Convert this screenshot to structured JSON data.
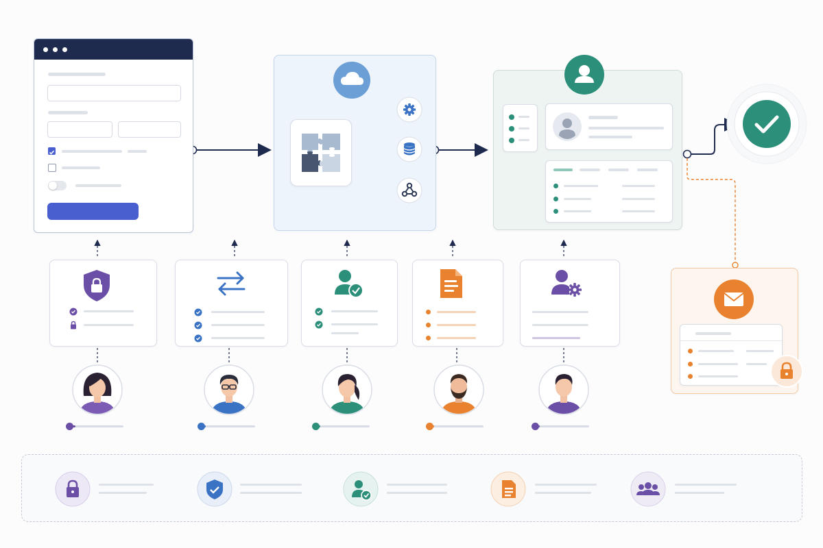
{
  "colors": {
    "navy": "#1e2b4f",
    "blue_button": "#4a5fcf",
    "purple": "#6b4fa6",
    "blue": "#3b73c4",
    "teal": "#2b8f7a",
    "orange": "#e8822e",
    "line": "#dde1e8",
    "success": "#2b8f7a"
  },
  "form_panel": {
    "window_dots": 3,
    "checkbox_checked": true,
    "checkbox_unchecked": false,
    "toggle_on": false
  },
  "integration_panel": {
    "hub_icon": "puzzle-icon",
    "top_icon": "cloud-icon",
    "connectors": [
      "gear-icon",
      "database-icon",
      "webhook-icon"
    ]
  },
  "profile_panel": {
    "top_icon": "user-icon"
  },
  "result": {
    "icon": "checkmark-icon"
  },
  "notification": {
    "icon": "envelope-icon",
    "badge_icon": "lock-icon"
  },
  "role_cards": [
    {
      "icon": "shield-lock-icon",
      "color": "#6b4fa6",
      "rows": [
        "check-icon",
        "lock-icon"
      ]
    },
    {
      "icon": "sync-arrows-icon",
      "color": "#3b73c4",
      "rows": [
        "check-icon",
        "check-icon",
        "check-icon"
      ]
    },
    {
      "icon": "user-check-icon",
      "color": "#2b8f7a",
      "rows": [
        "check-icon",
        "check-icon"
      ]
    },
    {
      "icon": "document-icon",
      "color": "#e8822e",
      "rows": [
        "bullet",
        "bullet",
        "bullet"
      ]
    },
    {
      "icon": "user-gear-icon",
      "color": "#6b4fa6",
      "rows": []
    }
  ],
  "people": [
    {
      "avatar": "woman-avatar",
      "color": "#6b4fa6",
      "progress": 0.15
    },
    {
      "avatar": "man-glasses-avatar",
      "color": "#3b73c4",
      "progress": 0.12
    },
    {
      "avatar": "woman-ponytail-avatar",
      "color": "#2b8f7a",
      "progress": 0.12
    },
    {
      "avatar": "man-beard-avatar",
      "color": "#e8822e",
      "progress": 0.12
    },
    {
      "avatar": "man-avatar",
      "color": "#6b4fa6",
      "progress": 0.12
    }
  ],
  "legend": [
    {
      "icon": "lock-icon",
      "color": "#6b4fa6"
    },
    {
      "icon": "shield-check-icon",
      "color": "#3b73c4"
    },
    {
      "icon": "user-check-icon",
      "color": "#2b8f7a"
    },
    {
      "icon": "document-icon",
      "color": "#e8822e"
    },
    {
      "icon": "group-icon",
      "color": "#6b4fa6"
    }
  ]
}
